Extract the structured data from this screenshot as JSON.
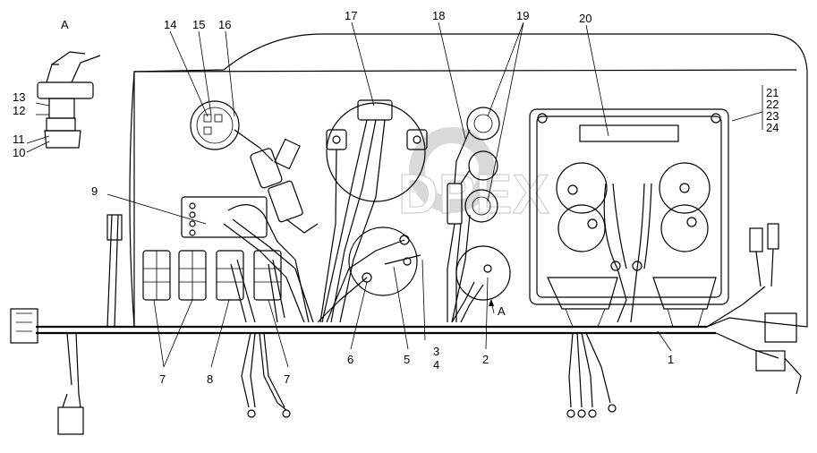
{
  "view_label": "A",
  "view_arrow_label": "A",
  "watermark": "DPEX",
  "callouts": {
    "c1": "1",
    "c2": "2",
    "c3": "3",
    "c4": "4",
    "c5": "5",
    "c6": "6",
    "c7a": "7",
    "c7b": "7",
    "c8": "8",
    "c9": "9",
    "c10": "10",
    "c11": "11",
    "c12": "12",
    "c13": "13",
    "c14": "14",
    "c15": "15",
    "c16": "16",
    "c17": "17",
    "c18": "18",
    "c19": "19",
    "c20": "20",
    "c21": "21",
    "c22": "22",
    "c23": "23",
    "c24": "24"
  }
}
